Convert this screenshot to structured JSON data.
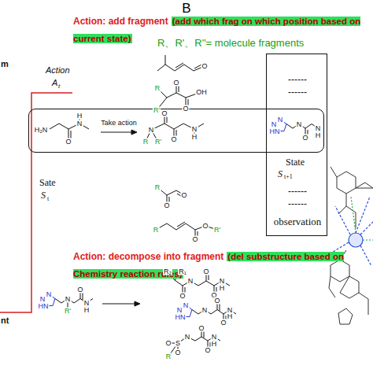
{
  "diagram": {
    "title": "B",
    "nodes": [
      {
        "text": [
          "Take action"
        ]
      },
      {
        "text": [
          "------",
          "------",
          "State",
          "S",
          "t+1",
          "------",
          "------",
          "observation"
        ]
      }
    ],
    "labels": [
      "Action: add fragment",
      "(add which frag on which position based on current state)",
      "R、R'、R''= molecule fragments",
      "m",
      "Action",
      "A",
      "t",
      "Sate",
      "S",
      "t",
      "Action: decompose into fragment",
      "(del substructure based on Chemistry reaction rules)",
      "nt",
      "H₂N",
      "O",
      "N",
      "H",
      "N",
      "R",
      "R'",
      "O",
      "O",
      "N",
      "H",
      "N",
      "N",
      "HN",
      "N",
      "O",
      "N",
      "H",
      "O",
      "R",
      "R'",
      "O",
      "O",
      "OH",
      "R",
      "O",
      "O",
      "R",
      "O",
      "O",
      "R'",
      "N",
      "N",
      "HN",
      "N",
      "R'",
      "O",
      "N",
      "H",
      "R₂",
      "R₁",
      "O",
      "N",
      "O",
      "O",
      "N",
      "H",
      "N",
      "N",
      "HN",
      "N",
      "O",
      "O",
      "N",
      "H",
      "O",
      "S",
      "O",
      "R",
      "N",
      "O",
      "O",
      "N",
      "H"
    ]
  }
}
